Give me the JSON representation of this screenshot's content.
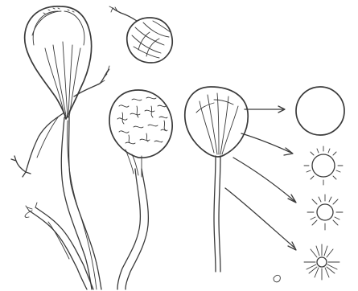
{
  "illustration": {
    "subject": "botanical-ink-sketch",
    "ink_color": "#3a3a3a",
    "background_color": "#ffffff",
    "stages": [
      {
        "id": "spore-ball-smooth",
        "icon": "circle-icon"
      },
      {
        "id": "spore-ball-spiny",
        "icon": "spiny-circle-icon"
      },
      {
        "id": "spore-ball-star",
        "icon": "star-burst-icon"
      },
      {
        "id": "spore-ball-radiating",
        "icon": "radiating-star-icon"
      }
    ]
  }
}
